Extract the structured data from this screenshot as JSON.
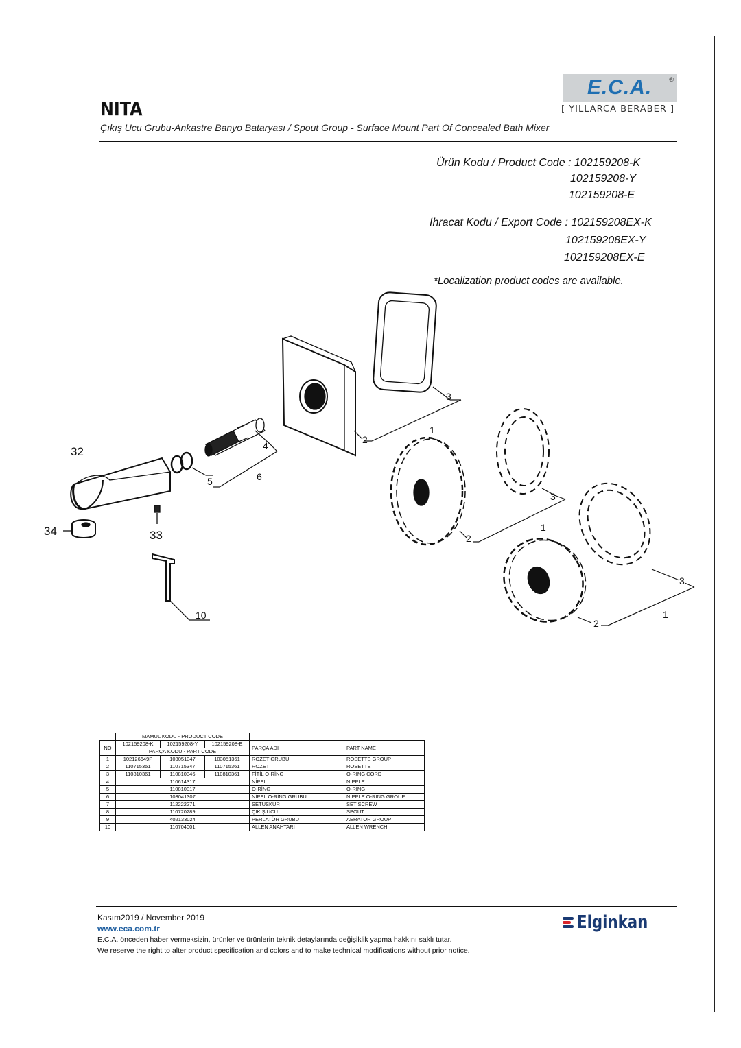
{
  "header": {
    "title": "NITA",
    "subtitle": "Çıkış Ucu Grubu-Ankastre Banyo Bataryası / Spout Group - Surface Mount Part Of Concealed Bath Mixer",
    "logo_text": "E.C.A.",
    "logo_reg": "®",
    "slogan": "[ YILLARCA BERABER ]"
  },
  "codes": {
    "product_label": "Ürün Kodu / Product Code :",
    "product_codes": [
      "102159208-K",
      "102159208-Y",
      "102159208-E"
    ],
    "export_label": "İhracat Kodu / Export Code :",
    "export_codes": [
      "102159208EX-K",
      "102159208EX-Y",
      "102159208EX-E"
    ],
    "note": "*Localization product codes are available."
  },
  "part_labels": {
    "p1": "1",
    "p2": "2",
    "p3": "3",
    "p4": "4",
    "p5": "5",
    "p6": "6",
    "p10": "10",
    "p32": "32",
    "p33": "33",
    "p34": "34"
  },
  "table": {
    "product_code_header": "MAMUL KODU - PRODUCT CODE",
    "part_code_header": "PARÇA KODU - PART CODE",
    "no_header": "NO",
    "variants": [
      "102159208-K",
      "102159208-Y",
      "102159208-E"
    ],
    "parca_adi_header": "PARÇA ADI",
    "part_name_header": "PART NAME",
    "rows": [
      {
        "no": "1",
        "codes": [
          "102126649P",
          "103051347",
          "103051361"
        ],
        "tr": "ROZET GRUBU",
        "en": "ROSETTE GROUP"
      },
      {
        "no": "2",
        "codes": [
          "110715351",
          "110715347",
          "110715361"
        ],
        "tr": "ROZET",
        "en": "ROSETTE"
      },
      {
        "no": "3",
        "codes": [
          "110810361",
          "110810346",
          "110810361"
        ],
        "tr": "FİTİL O-RİNG",
        "en": "O-RING CORD"
      },
      {
        "no": "4",
        "code": "110614317",
        "tr": "NİPEL",
        "en": "NIPPLE"
      },
      {
        "no": "5",
        "code": "110810017",
        "tr": "O-RİNG",
        "en": "O-RING"
      },
      {
        "no": "6",
        "code": "103041307",
        "tr": "NİPEL O-RİNG GRUBU",
        "en": "NIPPLE O-RING GROUP"
      },
      {
        "no": "7",
        "code": "112222271",
        "tr": "SETUSKUR",
        "en": "SET SCREW"
      },
      {
        "no": "8",
        "code": "110720289",
        "tr": "ÇIKIŞ UCU",
        "en": "SPOUT"
      },
      {
        "no": "9",
        "code": "402133024",
        "tr": "PERLATÖR GRUBU",
        "en": "AERATOR GROUP"
      },
      {
        "no": "10",
        "code": "110704001",
        "tr": "ALLEN ANAHTARI",
        "en": "ALLEN WRENCH"
      }
    ]
  },
  "footer": {
    "date": "Kasım2019 / November 2019",
    "url": "www.eca.com.tr",
    "disclaimer_tr": "E.C.A. önceden haber vermeksizin, ürünler ve ürünlerin teknik detaylarında değişiklik yapma hakkını saklı tutar.",
    "disclaimer_en": "We reserve the right to alter product specification and colors and to make technical modifications without prior notice.",
    "brand": "Elginkan"
  },
  "colors": {
    "logo_blue": "#1f6fb2",
    "logo_bg": "#cfd2d4",
    "brand_navy": "#1a3a73",
    "brand_red": "#d9262c",
    "url_blue": "#1f5fa0"
  }
}
